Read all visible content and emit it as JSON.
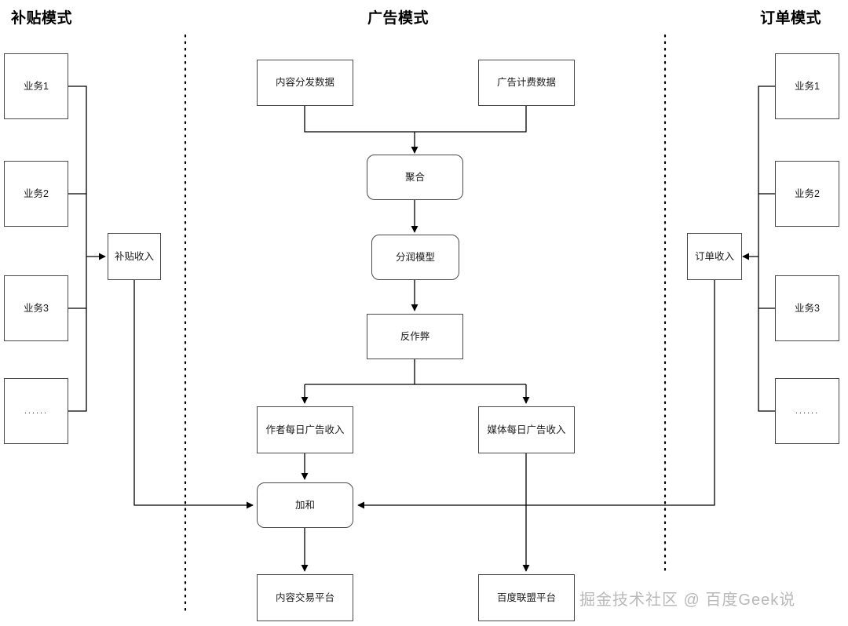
{
  "diagram": {
    "title_subsidy": "补贴模式",
    "title_ads": "广告模式",
    "title_order": "订单模式",
    "watermark": "掘金技术社区 @ 百度Geek说",
    "colors": {
      "stroke": "#4a4a4a",
      "edge": "#000000",
      "background": "#ffffff",
      "watermark": "#b9b9b9"
    }
  },
  "subsidy_panel": {
    "business_1": "业务1",
    "business_2": "业务2",
    "business_3": "业务3",
    "business_more": "......",
    "revenue": "补贴收入"
  },
  "ads_panel": {
    "content_distribution_data": "内容分发数据",
    "ad_billing_data": "广告计费数据",
    "aggregate": "聚合",
    "revenue_share_model": "分润模型",
    "anti_cheat": "反作弊",
    "author_daily_ad_revenue": "作者每日广告收入",
    "media_daily_ad_revenue": "媒体每日广告收入",
    "sum": "加和",
    "content_trading_platform": "内容交易平台",
    "baidu_union_platform": "百度联盟平台"
  },
  "order_panel": {
    "business_1": "业务1",
    "business_2": "业务2",
    "business_3": "业务3",
    "business_more": "......",
    "revenue": "订单收入"
  }
}
